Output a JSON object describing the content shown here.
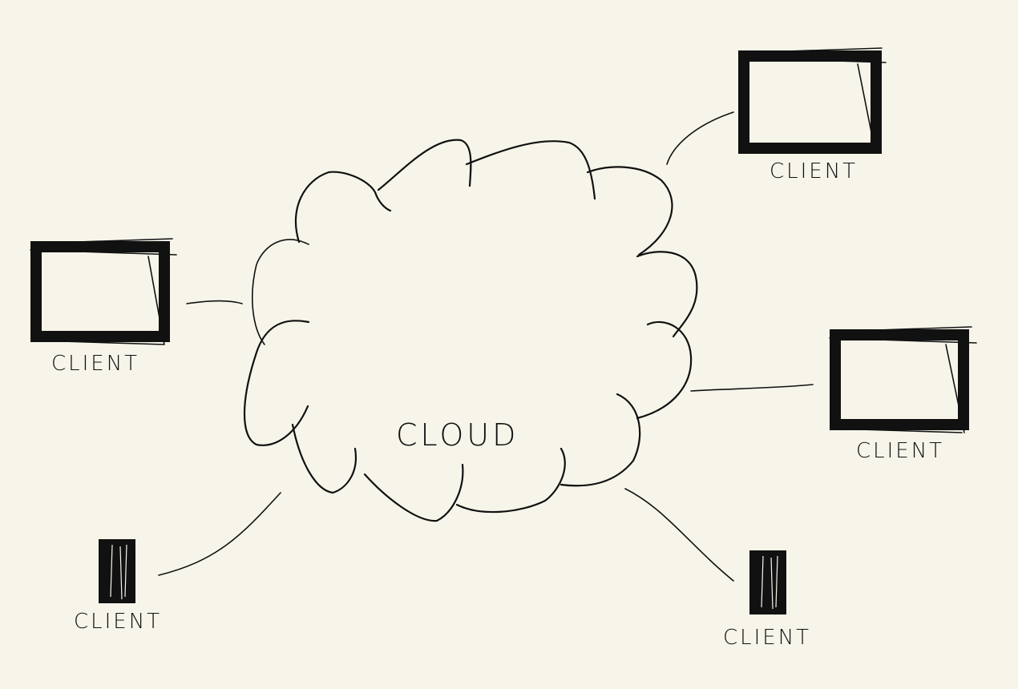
{
  "diagram": {
    "cloud": {
      "label": "CLOUD"
    },
    "clients": [
      {
        "id": "client-top-right",
        "label": "CLIENT",
        "type": "monitor"
      },
      {
        "id": "client-left",
        "label": "CLIENT",
        "type": "monitor"
      },
      {
        "id": "client-right",
        "label": "CLIENT",
        "type": "monitor"
      },
      {
        "id": "client-bottom-left",
        "label": "CLIENT",
        "type": "tower"
      },
      {
        "id": "client-bottom-right",
        "label": "CLIENT",
        "type": "tower"
      }
    ],
    "colors": {
      "background": "#f7f5ea",
      "ink": "#111111"
    }
  }
}
